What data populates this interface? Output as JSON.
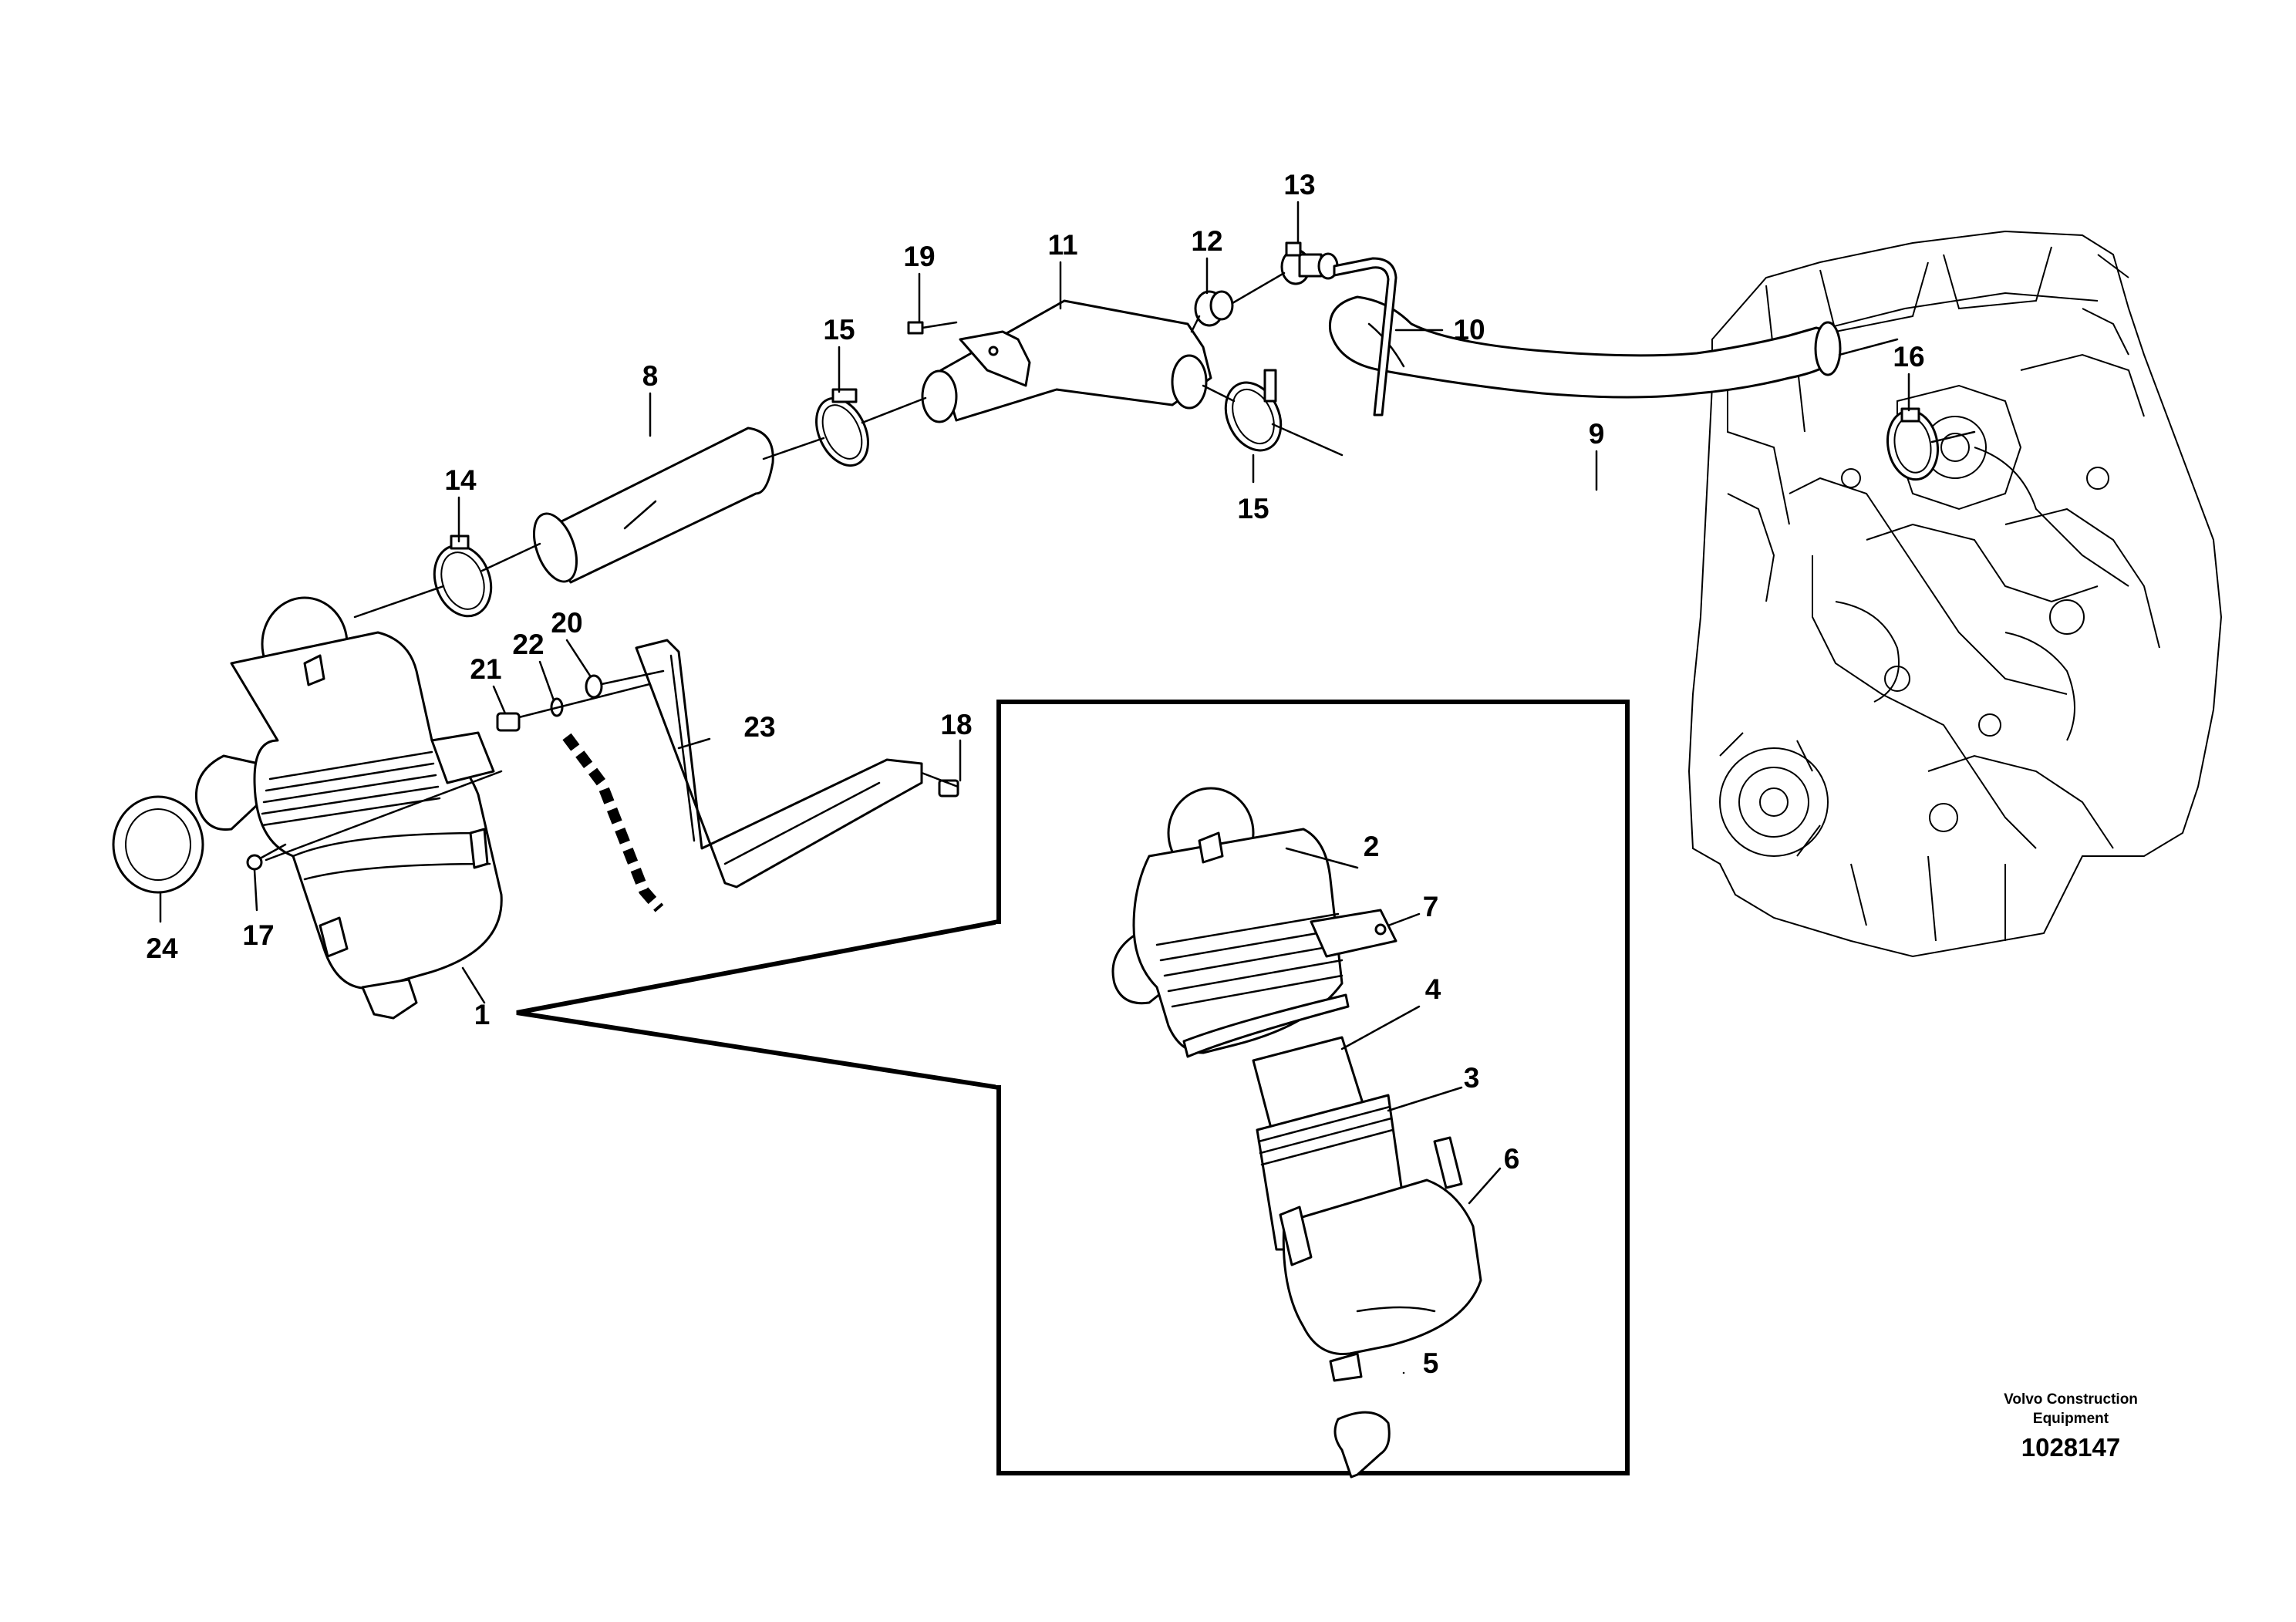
{
  "diagram": {
    "callouts": {
      "c1": "1",
      "c2": "2",
      "c3": "3",
      "c4": "4",
      "c5": "5",
      "c6": "6",
      "c7": "7",
      "c8": "8",
      "c9": "9",
      "c10": "10",
      "c11": "11",
      "c12": "12",
      "c13": "13",
      "c14": "14",
      "c15a": "15",
      "c15b": "15",
      "c16": "16",
      "c17": "17",
      "c18": "18",
      "c19": "19",
      "c20": "20",
      "c21": "21",
      "c22": "22",
      "c23": "23",
      "c24": "24"
    },
    "credit": {
      "line1": "Volvo Construction",
      "line2": "Equipment"
    },
    "reference_number": "1028147"
  }
}
